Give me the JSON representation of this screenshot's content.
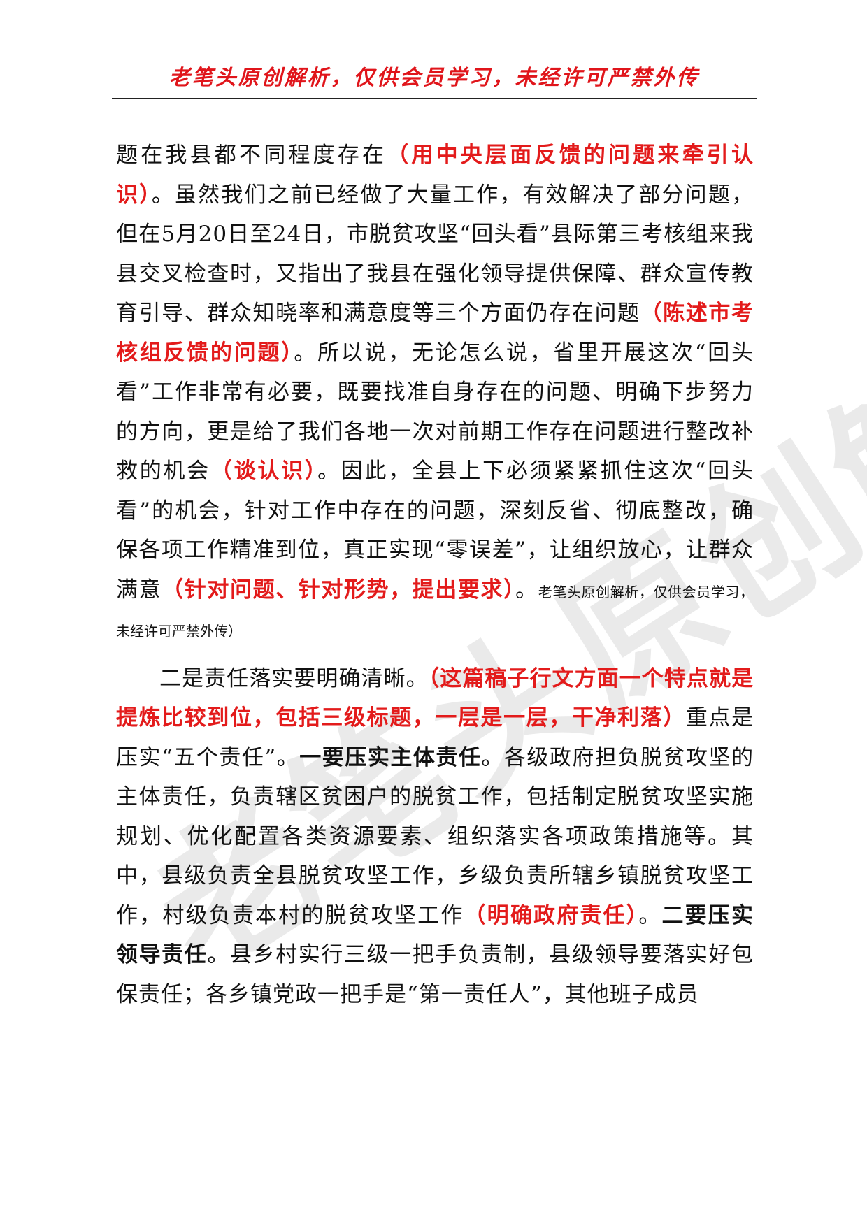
{
  "header": {
    "banner": "老笔头原创解析，仅供会员学习，未经许可严禁外传"
  },
  "watermark": {
    "text": "老笔头原创解析"
  },
  "p1": {
    "s1": "题在我县都不同程度存在",
    "n1": "（用中央层面反馈的问题来牵引认识）",
    "s2": "。虽然我们之前已经做了大量工作，有效解决了部分问题，但在5月20日至24日，市脱贫攻坚“回头看”县际第三考核组来我县交叉检查时，又指出了我县在强化领导提供保障、群众宣传教育引导、群众知晓率和满意度等三个方面仍存在问题",
    "n2": "（陈述市考核组反馈的问题）",
    "s3": "。所以说，无论怎么说，省里开展这次“回头看”工作非常有必要，既要找准自身存在的问题、明确下步努力的方向，更是给了我们各地一次对前期工作存在问题进行整改补救的机会",
    "n3": "（谈认识）",
    "s4": "。因此，全县上下必须紧紧抓住这次“回头看”的机会，针对工作中存在的问题，深刻反省、彻底整改，确保各项工作精准到位，真正实现“零误差”，让组织放心，让群众满意",
    "n4": "（针对问题、针对形势，提出要求）",
    "s5": "。",
    "small": "老笔头原创解析，仅供会员学习，未经许可严禁外传）"
  },
  "p2": {
    "s1": "二是责任落实要明确清晰。",
    "n1": "（这篇稿子行文方面一个特点就是提炼比较到位，包括三级标题，一层是一层，干净利落）",
    "s2": "重点是压实“五个责任”。",
    "b1": "一要压实主体责任",
    "s3": "。各级政府担负脱贫攻坚的主体责任，负责辖区贫困户的脱贫工作，包括制定脱贫攻坚实施规划、优化配置各类资源要素、组织落实各项政策措施等。其中，县级负责全县脱贫攻坚工作，乡级负责所辖乡镇脱贫攻坚工作，村级负责本村的脱贫攻坚工作",
    "n2": "（明确政府责任）",
    "s4": "。",
    "b2": "二要压实领导责任",
    "s5": "。县乡村实行三级一把手负责制，县级领导要落实好包保责任；各乡镇党政一把手是“第一责任人”，其他班子成员"
  }
}
